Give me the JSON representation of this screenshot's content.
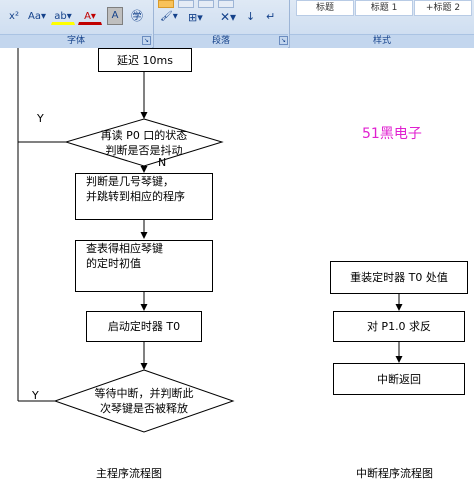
{
  "ribbon": {
    "groups": {
      "font": "字体",
      "paragraph": "段落",
      "styles": "样式"
    },
    "font_buttons": {
      "superscript": "x²",
      "change_case": "Aa▾",
      "highlight": "ab▾",
      "font_color": "A▾",
      "char_shading": "A",
      "enclose": "㊫"
    },
    "styles": [
      "标题",
      "标题 1",
      "+标题 2"
    ]
  },
  "flowchart": {
    "delay": "延迟 10ms",
    "reread": [
      "再读 P0 口的状态",
      "判断是否是抖动"
    ],
    "which_key": [
      "判断是几号琴键，",
      "并跳转到相应的程序"
    ],
    "lookup": [
      "查表得相应琴键",
      "的定时初值"
    ],
    "start_timer": "启动定时器 T0",
    "wait": [
      "等待中断，并判断此",
      "次琴键是否被释放"
    ],
    "yes": "Y",
    "no": "N",
    "yes2": "Y",
    "caption": "主程序流程图"
  },
  "interrupt": {
    "reload": "重装定时器 T0 处值",
    "toggle": "对 P1.0 求反",
    "ret": "中断返回",
    "caption": "中断程序流程图"
  },
  "watermark": "51黑电子",
  "colors": {
    "ribbon_bg": "#dfe9f5",
    "group_label": "#15428b",
    "watermark": "#e020d0"
  }
}
